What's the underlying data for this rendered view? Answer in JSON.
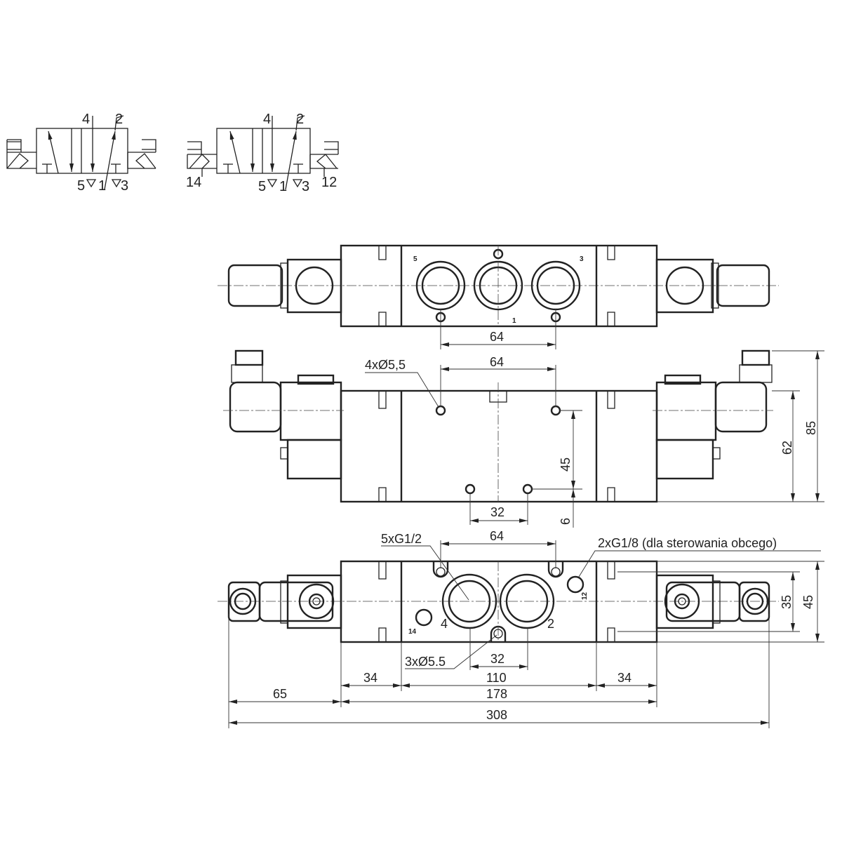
{
  "symbols": {
    "left": {
      "port_4": "4",
      "port_2": "2",
      "port_5": "5",
      "port_1": "1",
      "port_3": "3"
    },
    "right": {
      "port_4": "4",
      "port_2": "2",
      "port_5": "5",
      "port_1": "1",
      "port_3": "3",
      "pilot_14": "14",
      "pilot_12": "12"
    }
  },
  "top_view": {
    "port_5": "5",
    "port_3": "3",
    "port_1": "1",
    "dim_hole_spacing": "64"
  },
  "side_view": {
    "hole_callout": "4xØ5,5",
    "dim_top_spacing": "64",
    "dim_45": "45",
    "dim_6": "6",
    "dim_32": "32",
    "dim_62": "62",
    "dim_85": "85"
  },
  "bottom_view": {
    "port_callout": "5xG1/2",
    "pilot_callout": "2xG1/8 (dla sterowania obcego)",
    "dim_64": "64",
    "port_4": "4",
    "port_2": "2",
    "pilot_14": "14",
    "pilot_12": "12",
    "hole_callout": "3xØ5.5",
    "dim_32": "32",
    "dim_35": "35",
    "dim_45": "45",
    "dim_34_left": "34",
    "dim_110": "110",
    "dim_34_right": "34",
    "dim_65": "65",
    "dim_178": "178",
    "dim_308": "308"
  }
}
